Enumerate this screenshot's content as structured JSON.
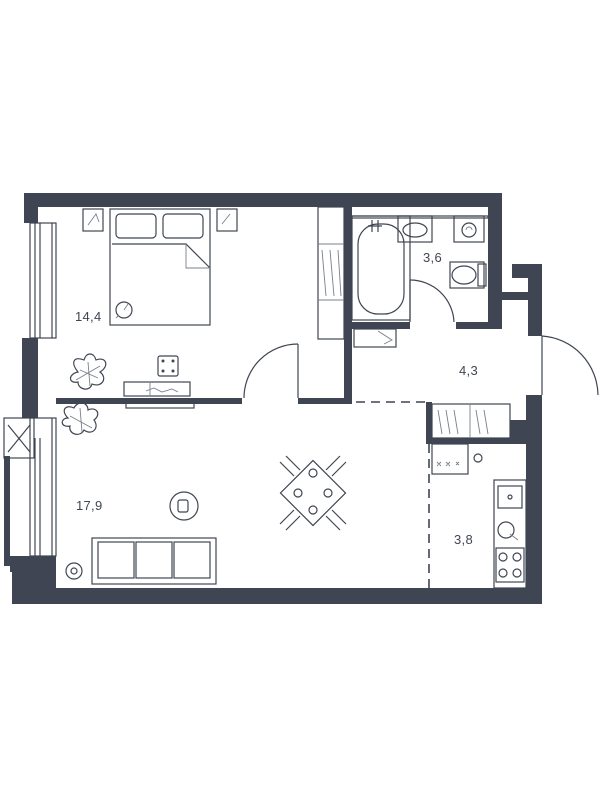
{
  "rooms": [
    {
      "key": "bedroom",
      "label": "14,4"
    },
    {
      "key": "bathroom",
      "label": "3,6"
    },
    {
      "key": "hallway",
      "label": "4,3"
    },
    {
      "key": "living",
      "label": "17,9"
    },
    {
      "key": "kitchen",
      "label": "3,8"
    }
  ],
  "colors": {
    "wall": "#3f4552",
    "background": "#ffffff"
  }
}
